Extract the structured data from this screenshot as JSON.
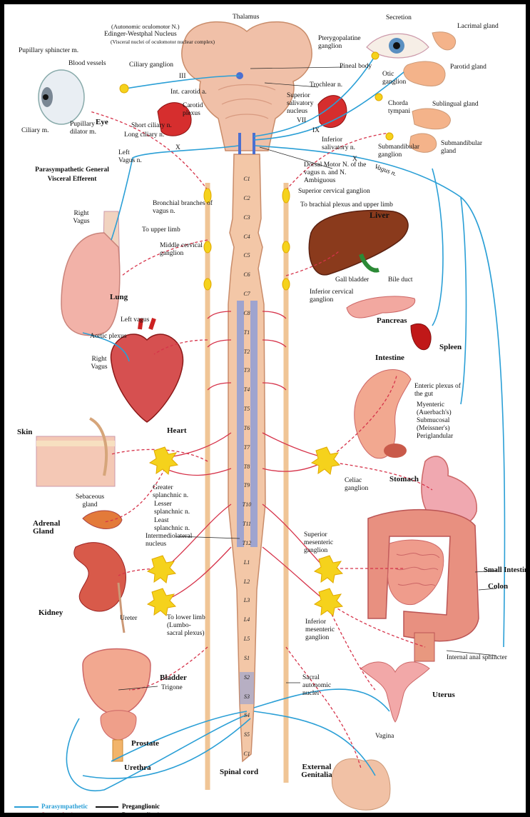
{
  "labels": {
    "thalamus": "Thalamus",
    "autonomic_oculomotor": "(Autonomic oculomotor N.)",
    "edinger": "Edinger-Westphal Nucleus",
    "visceral_nuclei": "(Visceral nuclei of oculomotor nuclear complex)",
    "pupillary_sphincter": "Pupillary sphincter m.",
    "blood_vessels": "Blood vessels",
    "ciliary_ganglion": "Ciliary ganglion",
    "iii": "III",
    "int_carotid": "Int. carotid a.",
    "carotid_plexus": "Carotid plexus",
    "eye": "Eye",
    "ciliary_m": "Ciliary m.",
    "pupillary_dilator": "Pupillary dilator m.",
    "short_ciliary": "Short ciliary n.",
    "long_ciliary": "Long ciliary n.",
    "x_left": "X",
    "left_vagus_n": "Left Vagus n.",
    "psge": "Parasympathetic General Visceral Efferent",
    "right_vagus_top": "Right Vagus",
    "bronchial": "Bronchial branches of vagus n.",
    "to_upper_limb": "To upper limb",
    "middle_cervical": "Middle cervical ganglion",
    "lung": "Lung",
    "left_vagus": "Left vagus",
    "aortic_plexus": "Aortic plexus",
    "right_vagus_heart": "Right Vagus",
    "heart": "Heart",
    "skin": "Skin",
    "sebaceous": "Sebaceous gland",
    "adrenal": "Adrenal Gland",
    "kidney": "Kidney",
    "ureter": "Ureter",
    "greater_splanchnic": "Greater splanchnic n.",
    "lesser_splanchnic": "Lesser splanchnic n.",
    "least_splanchnic": "Least splanchnic n.",
    "intermediolateral": "Intermediolateral nucleus",
    "to_lower_limb": "To lower limb (Lumbo-sacral plexus)",
    "bladder": "Bladder",
    "trigone": "Trigone",
    "prostate": "Prostate",
    "urethra": "Urethra",
    "spinal_cord": "Spinal cord",
    "external_genitalia": "External Genitalia",
    "secretion": "Secretion",
    "lacrimal": "Lacrimal gland",
    "pterygopalatine": "Pterygopalatine ganglion",
    "pineal": "Pineal body",
    "otic": "Otic ganglion",
    "parotid": "Parotid gland",
    "trochlear": "Trochlear n.",
    "superior_salivatory": "Superior salivatory nucleus",
    "vii": "VII",
    "ix": "IX",
    "chorda": "Chorda tympani",
    "sublingual": "Sublingual gland",
    "inferior_salivatory": "Inferior salivatory n.",
    "submandibular_ganglion": "Submandibular ganglion",
    "submandibular_gland": "Submandibular gland",
    "x_right": "X",
    "vagus_n_right": "Vagus n.",
    "dorsal_motor": "Dorsal Motor N. of the vagus n. and N. Ambiguous",
    "superior_cervical": "Superior cervical ganglion",
    "to_brachial": "To brachial plexus and upper limb",
    "liver": "Liver",
    "gall_bladder": "Gall bladder",
    "bile_duct": "Bile duct",
    "inferior_cervical": "Inferior cervical ganglion",
    "pancreas": "Pancreas",
    "spleen": "Spleen",
    "intestine": "Intestine",
    "enteric": "Enteric plexus of the gut",
    "myenteric": "Myenteric (Auerbach's) Submucosal (Meissner's) Periglandular",
    "celiac": "Celiac ganglion",
    "stomach": "Stomach",
    "superior_mesenteric": "Superior mesenteric ganglion",
    "small_intestine": "Small Intestine",
    "colon": "Colon",
    "inferior_mesenteric": "Inferior mesenteric ganglion",
    "internal_anal": "Internal anal sphincter",
    "uterus": "Uterus",
    "vagina": "Vagina",
    "sacral_autonomic": "Sacral autonomic nuclei"
  },
  "segments": [
    "C1",
    "C2",
    "C3",
    "C4",
    "C5",
    "C6",
    "C7",
    "C8",
    "T1",
    "T2",
    "T3",
    "T4",
    "T5",
    "T6",
    "T7",
    "T8",
    "T9",
    "T10",
    "T11",
    "T12",
    "L1",
    "L2",
    "L3",
    "L4",
    "L5",
    "S1",
    "S2",
    "S3",
    "S4",
    "S5",
    "C1"
  ],
  "legend": {
    "parasympathetic": "Parasympathetic",
    "sympathetic": "Sympathetic",
    "preganglionic": "Preganglionic",
    "postganglionic": "Postganglionic"
  },
  "colors": {
    "parasympathetic": "#2a9fd6",
    "sympathetic": "#d6334a",
    "cord": "#f2c9a8",
    "ganglion": "#f5d21c"
  }
}
